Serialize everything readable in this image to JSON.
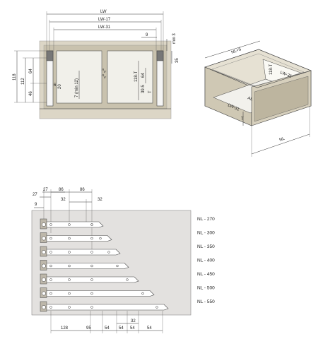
{
  "front_section": {
    "width_labels": [
      "LW",
      "LW-17",
      "LW-31"
    ],
    "top_small": [
      "9",
      "min 3"
    ],
    "left_dims": [
      "118",
      "112",
      "64",
      "46"
    ],
    "inner_labels": [
      "7 (min 12)",
      "118-T",
      "64",
      "39.5",
      "T",
      "6",
      "20"
    ],
    "right_dim": "35"
  },
  "iso_section": {
    "labels": [
      "NL+5",
      "NL",
      "LW-31",
      "AL",
      "118-T",
      "LW-31",
      "T"
    ]
  },
  "side_section": {
    "top_dims": [
      "27",
      "27",
      "86",
      "86",
      "32",
      "9"
    ],
    "bottom_dims": [
      "128",
      "95",
      "54",
      "54",
      "32",
      "54",
      "54"
    ],
    "length_labels": [
      "NL - 270",
      "NL - 300",
      "NL - 350",
      "NL - 400",
      "NL - 450",
      "NL - 500",
      "NL - 550"
    ]
  },
  "colors": {
    "panel": "#dcd6c6",
    "panel_dark": "#b9b19c",
    "plate": "#f1f0ea",
    "side_bg": "#e3e1df",
    "line": "#333333"
  }
}
